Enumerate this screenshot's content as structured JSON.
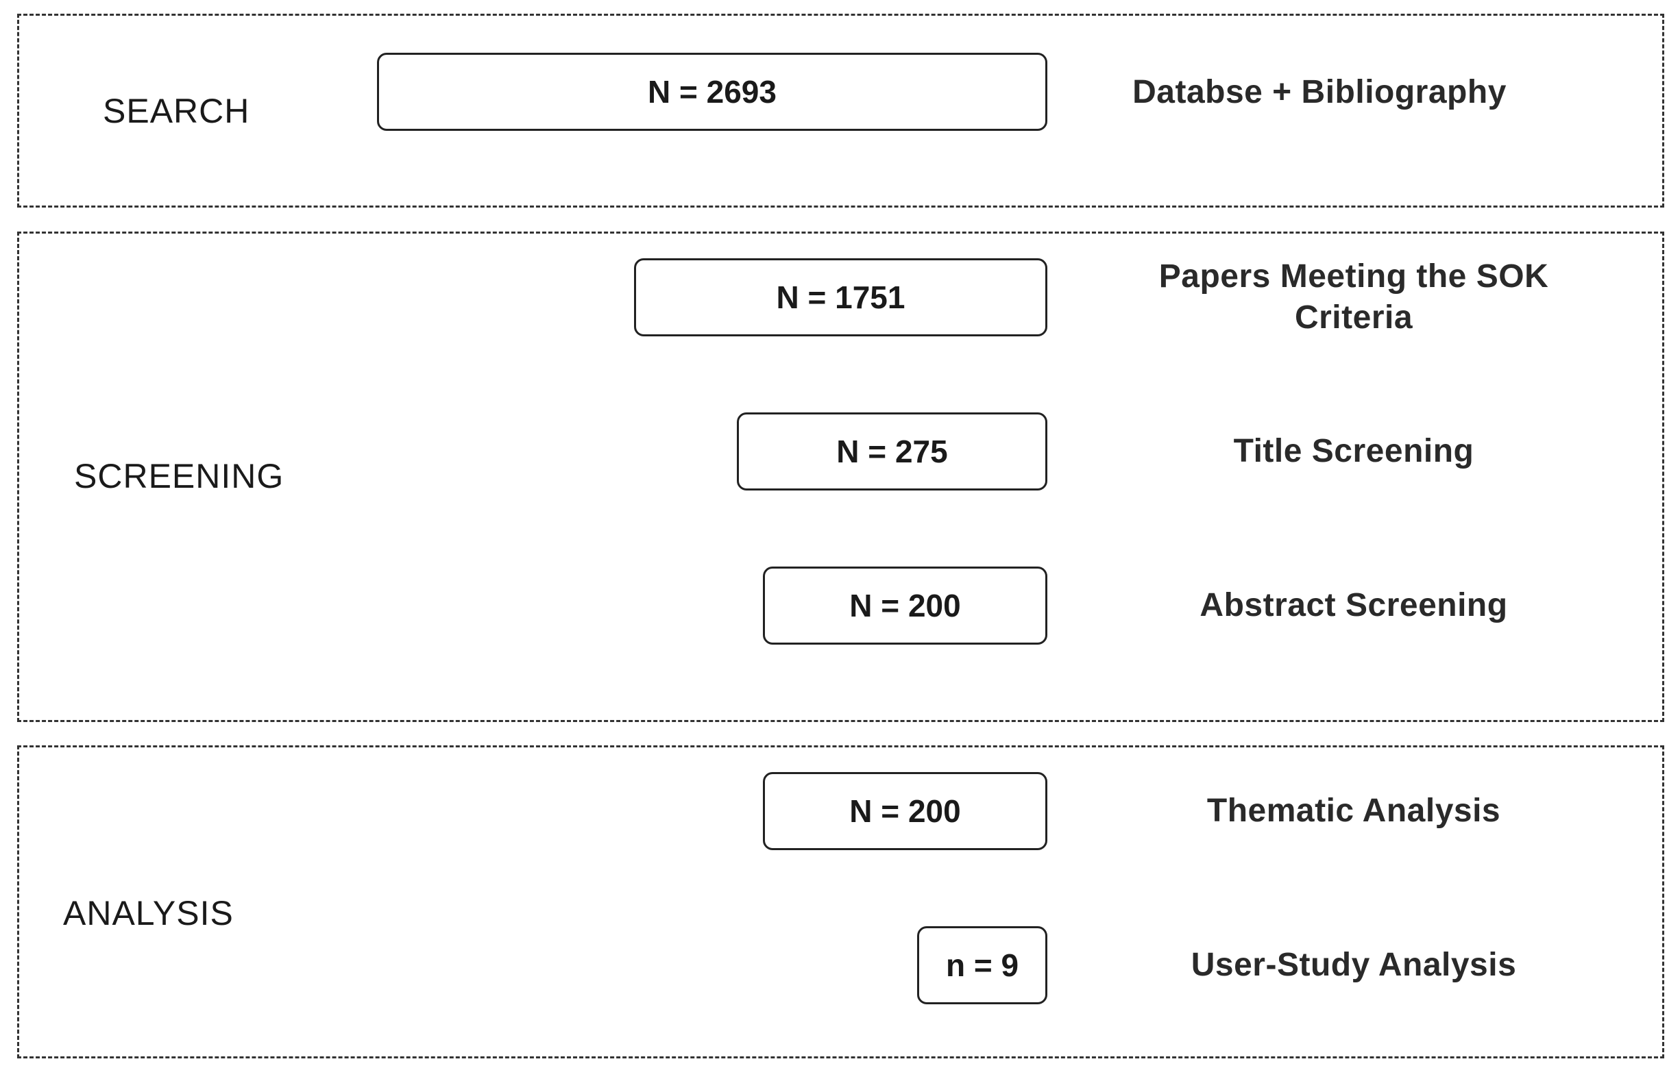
{
  "sections": {
    "search": {
      "label": "SEARCH",
      "steps": [
        {
          "count": "N = 2693",
          "description": "Databse + Bibliography"
        }
      ]
    },
    "screening": {
      "label": "SCREENING",
      "steps": [
        {
          "count": "N = 1751",
          "description": "Papers Meeting the SOK Criteria"
        },
        {
          "count": "N = 275",
          "description": "Title Screening"
        },
        {
          "count": "N = 200",
          "description": "Abstract Screening"
        }
      ]
    },
    "analysis": {
      "label": "ANALYSIS",
      "steps": [
        {
          "count": "N = 200",
          "description": "Thematic Analysis"
        },
        {
          "count": "n = 9",
          "description": "User-Study Analysis"
        }
      ]
    }
  }
}
